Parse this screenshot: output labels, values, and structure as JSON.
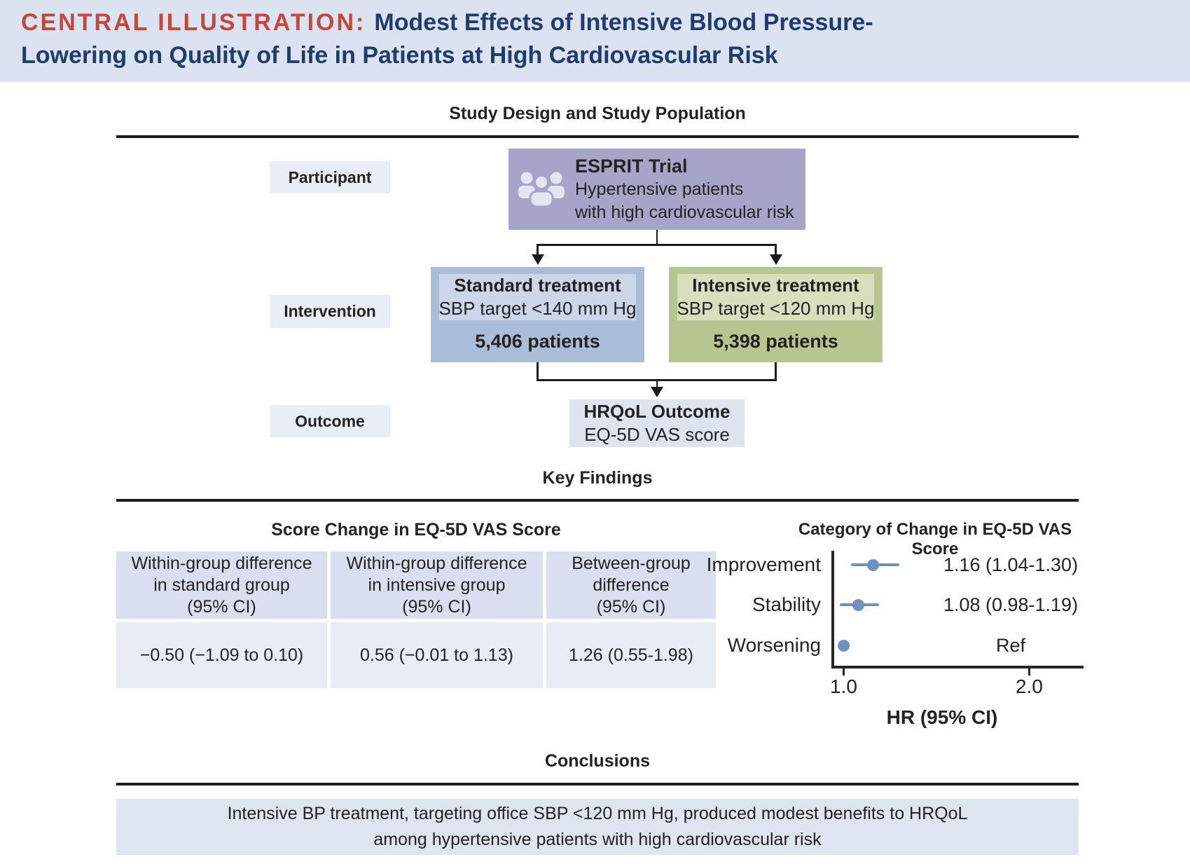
{
  "colors": {
    "header_bg": "#dbe2f0",
    "accent_red": "#c5463c",
    "navy": "#1f3d6b",
    "ink": "#232323",
    "label_box_bg": "#e9edf6",
    "esprit_bg": "#a6a5c8",
    "esprit_icon": "#e2e5f2",
    "standard_outer": "#a9bcd8",
    "standard_inner": "#cbd7e8",
    "intensive_outer": "#b7c591",
    "intensive_inner": "#d8dfbd",
    "outcome_bg": "#dde4f0",
    "table_header_bg": "#d9dfee",
    "table_body_bg": "#e8ecf5",
    "conclusion_bg": "#dee4f0",
    "plot_blue": "#6e8fc0"
  },
  "header": {
    "eyebrow": "CENTRAL ILLUSTRATION:",
    "title_rest": "Modest Effects of Intensive Blood Pressure-",
    "title_line2": "Lowering on Quality of Life in Patients at High Cardiovascular Risk"
  },
  "study_design": {
    "section_title": "Study Design and Study Population",
    "row_labels": {
      "participant": "Participant",
      "intervention": "Intervention",
      "outcome": "Outcome"
    },
    "esprit": {
      "title": "ESPRIT Trial",
      "line1": "Hypertensive patients",
      "line2": "with high cardiovascular risk"
    },
    "standard": {
      "title": "Standard treatment",
      "target": "SBP target <140 mm Hg",
      "patients": "5,406 patients"
    },
    "intensive": {
      "title": "Intensive treatment",
      "target": "SBP target <120 mm Hg",
      "patients": "5,398 patients"
    },
    "hrqol": {
      "title": "HRQoL Outcome",
      "subtitle": "EQ-5D VAS score"
    }
  },
  "key_findings": {
    "section_title": "Key Findings",
    "score_table": {
      "title": "Score Change in EQ-5D VAS Score",
      "columns": [
        {
          "header": [
            "Within-group difference",
            "in standard group",
            "(95% CI)"
          ],
          "value": "−0.50 (−1.09 to 0.10)"
        },
        {
          "header": [
            "Within-group difference",
            "in intensive group",
            "(95% CI)"
          ],
          "value": "0.56 (−0.01 to 1.13)"
        },
        {
          "header": [
            "Between-group",
            "difference",
            "(95% CI)"
          ],
          "value": "1.26 (0.55-1.98)"
        }
      ]
    }
  },
  "chart_data": {
    "type": "scatter",
    "subtype": "forest",
    "title": "Category of Change in EQ-5D VAS Score",
    "categories": [
      "Improvement",
      "Stability",
      "Worsening"
    ],
    "series": [
      {
        "name": "HR",
        "values": [
          1.16,
          1.08,
          1.0
        ]
      }
    ],
    "ci_low": [
      1.04,
      0.98,
      null
    ],
    "ci_high": [
      1.3,
      1.19,
      null
    ],
    "point_labels": [
      "1.16 (1.04-1.30)",
      "1.08 (0.98-1.19)",
      "Ref"
    ],
    "xlabel": "HR (95% CI)",
    "x_ticks": [
      "1.0",
      "2.0"
    ],
    "x_tick_values": [
      1.0,
      2.0
    ],
    "xlim": [
      0.93,
      2.28
    ],
    "grid": false,
    "legend": "none",
    "marker_color": "#6e8fc0"
  },
  "conclusions": {
    "section_title": "Conclusions",
    "line1": "Intensive BP treatment, targeting office SBP <120 mm Hg, produced modest benefits to HRQoL",
    "line2": "among hypertensive patients with high cardiovascular risk"
  }
}
